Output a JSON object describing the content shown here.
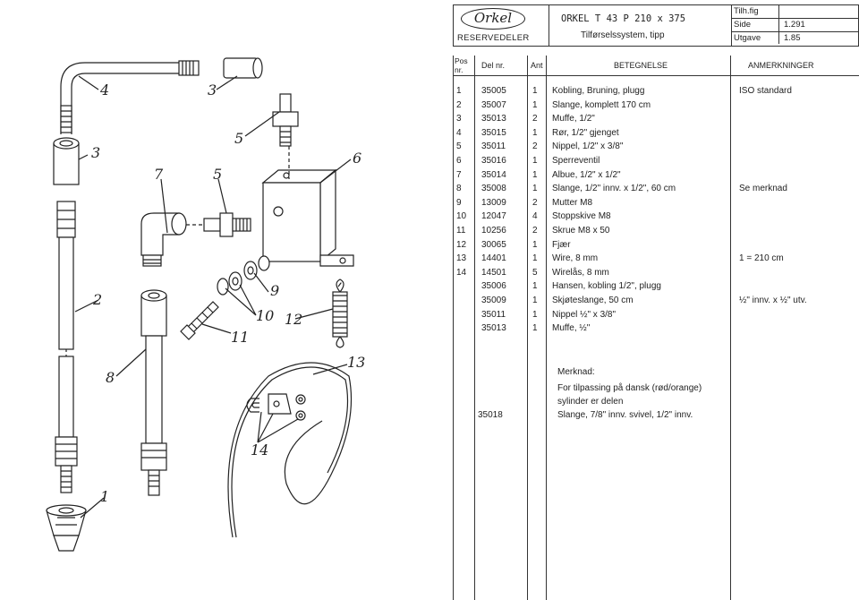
{
  "header": {
    "logo_text": "Orkel",
    "logo_sub": "RESERVEDELER",
    "model": "ORKEL T 43 P   210 x 375",
    "subtitle": "Tilførselssystem, tipp",
    "tilh_fig_label": "Tilh.fig",
    "side_label": "Side",
    "side_value": "1.291",
    "utgave_label": "Utgave",
    "utgave_value": "1.85"
  },
  "table": {
    "col_pos": "Pos nr.",
    "col_delnr": "Del nr.",
    "col_ant": "Ant",
    "col_betegnelse": "BETEGNELSE",
    "col_anmerkninger": "ANMERKNINGER",
    "rows": [
      {
        "pos": "1",
        "del": "35005",
        "ant": "1",
        "bet": "Kobling, Bruning, plugg",
        "anm": "ISO standard"
      },
      {
        "pos": "2",
        "del": "35007",
        "ant": "1",
        "bet": "Slange, komplett 170 cm",
        "anm": ""
      },
      {
        "pos": "3",
        "del": "35013",
        "ant": "2",
        "bet": "Muffe, 1/2\"",
        "anm": ""
      },
      {
        "pos": "4",
        "del": "35015",
        "ant": "1",
        "bet": "Rør, 1/2\" gjenget",
        "anm": ""
      },
      {
        "pos": "5",
        "del": "35011",
        "ant": "2",
        "bet": "Nippel, 1/2\" x 3/8\"",
        "anm": ""
      },
      {
        "pos": "6",
        "del": "35016",
        "ant": "1",
        "bet": "Sperreventil",
        "anm": ""
      },
      {
        "pos": "7",
        "del": "35014",
        "ant": "1",
        "bet": "Albue, 1/2\" x 1/2\"",
        "anm": ""
      },
      {
        "pos": "8",
        "del": "35008",
        "ant": "1",
        "bet": "Slange, 1/2\" innv. x 1/2\", 60 cm",
        "anm": "Se merknad"
      },
      {
        "pos": "9",
        "del": "13009",
        "ant": "2",
        "bet": "Mutter M8",
        "anm": ""
      },
      {
        "pos": "10",
        "del": "12047",
        "ant": "4",
        "bet": "Stoppskive M8",
        "anm": ""
      },
      {
        "pos": "11",
        "del": "10256",
        "ant": "2",
        "bet": "Skrue M8 x 50",
        "anm": ""
      },
      {
        "pos": "12",
        "del": "30065",
        "ant": "1",
        "bet": "Fjær",
        "anm": ""
      },
      {
        "pos": "13",
        "del": "14401",
        "ant": "1",
        "bet": "Wire, 8 mm",
        "anm": "1 = 210 cm"
      },
      {
        "pos": "14",
        "del": "14501",
        "ant": "5",
        "bet": "Wirelås, 8 mm",
        "anm": ""
      },
      {
        "pos": "",
        "del": "35006",
        "ant": "1",
        "bet": "Hansen, kobling 1/2\", plugg",
        "anm": ""
      },
      {
        "pos": "",
        "del": "35009",
        "ant": "1",
        "bet": "Skjøteslange, 50 cm",
        "anm": "½\" innv. x ½\" utv."
      },
      {
        "pos": "",
        "del": "35011",
        "ant": "1",
        "bet": "Nippel ½\" x 3/8\"",
        "anm": ""
      },
      {
        "pos": "",
        "del": "35013",
        "ant": "1",
        "bet": "Muffe, ½\"",
        "anm": ""
      }
    ]
  },
  "note": {
    "title": "Merknad:",
    "line1": "For tilpassing på dansk (rød/orange)",
    "line2": "sylinder er delen",
    "delnr": "35018",
    "line3": "Slange, 7/8\" innv. svivel, 1/2\" innv."
  },
  "callouts": [
    "4",
    "3",
    "5",
    "3",
    "7",
    "5",
    "6",
    "9",
    "10",
    "11",
    "12",
    "2",
    "8",
    "13",
    "14",
    "1"
  ]
}
